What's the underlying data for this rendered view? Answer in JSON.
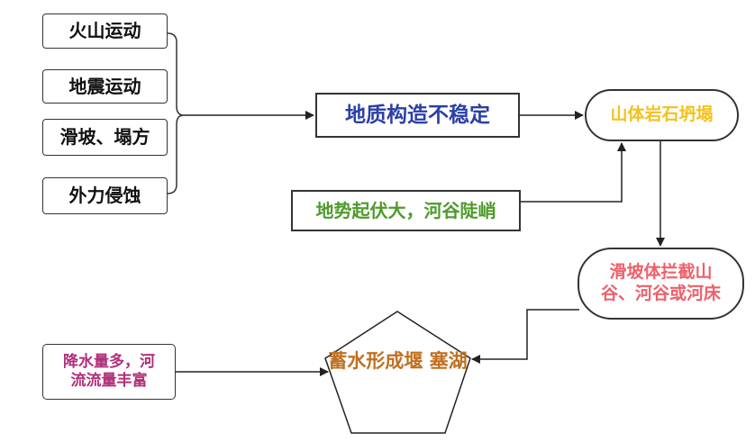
{
  "diagram": {
    "causes": [
      {
        "label": "火山运动"
      },
      {
        "label": "地震运动"
      },
      {
        "label": "滑坡、塌方"
      },
      {
        "label": "外力侵蚀"
      }
    ],
    "geology": {
      "label": "地质构造不稳定",
      "color": "#2b3fa6"
    },
    "collapse": {
      "label": "山体岩石坍塌",
      "color": "#f2c21b"
    },
    "terrain": {
      "label": "地势起伏大，河谷陡峭",
      "color": "#4e9a2a"
    },
    "blocking": {
      "line1": "滑坡体拦截山",
      "line2": "谷、河谷或河床",
      "color": "#f0606a"
    },
    "rain": {
      "line1": "降水量多，河",
      "line2": "流流量丰富",
      "color": "#b0307a"
    },
    "lake": {
      "line1": "蓄水形成堰",
      "line2": "塞湖",
      "color": "#c07020"
    },
    "edges": [
      {
        "from": "causes",
        "to": "geology"
      },
      {
        "from": "geology",
        "to": "collapse"
      },
      {
        "from": "terrain",
        "to": "collapse"
      },
      {
        "from": "collapse",
        "to": "blocking"
      },
      {
        "from": "blocking",
        "to": "lake"
      },
      {
        "from": "rain",
        "to": "lake"
      }
    ]
  }
}
